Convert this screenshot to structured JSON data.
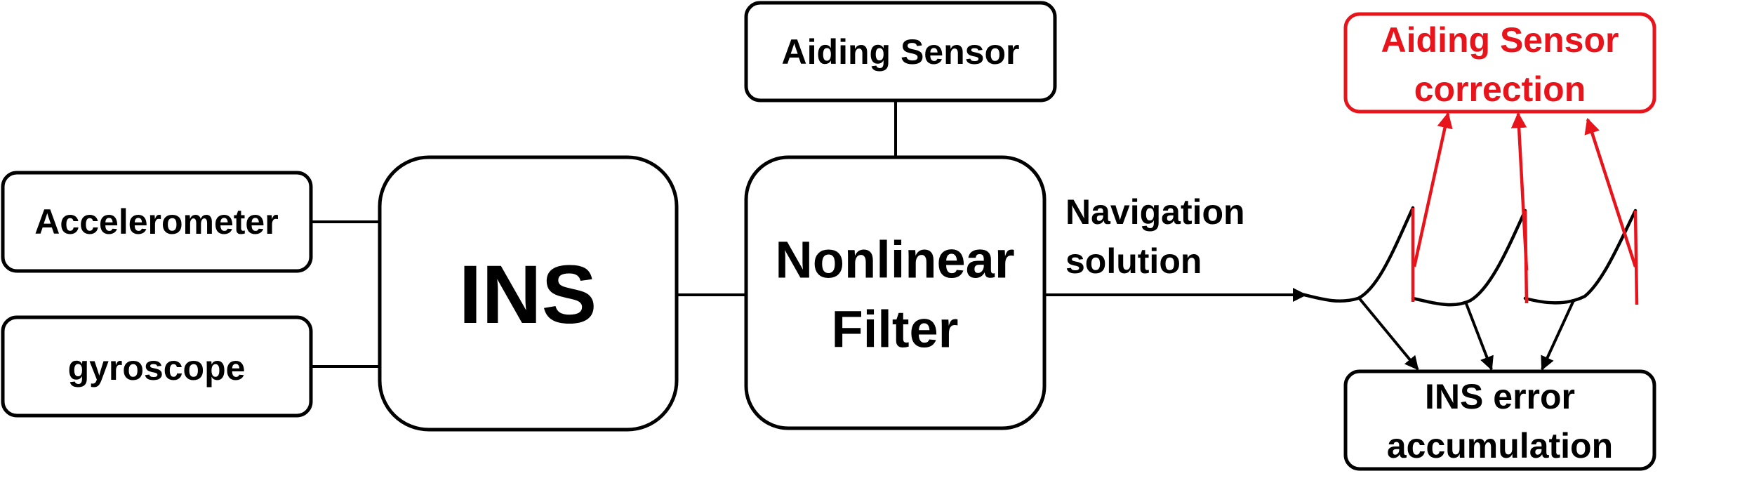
{
  "diagram": {
    "accelerometer": "Accelerometer",
    "gyroscope": "gyroscope",
    "ins": "INS",
    "aiding_sensor": "Aiding Sensor",
    "filter_line1": "Nonlinear",
    "filter_line2": "Filter",
    "nav_line1": "Navigation",
    "nav_line2": "solution",
    "correction_line1": "Aiding Sensor",
    "correction_line2": "correction",
    "error_line1": "INS error",
    "error_line2": "accumulation"
  },
  "colors": {
    "stroke": "#000000",
    "correction": "#e8141b",
    "background": "#ffffff"
  }
}
